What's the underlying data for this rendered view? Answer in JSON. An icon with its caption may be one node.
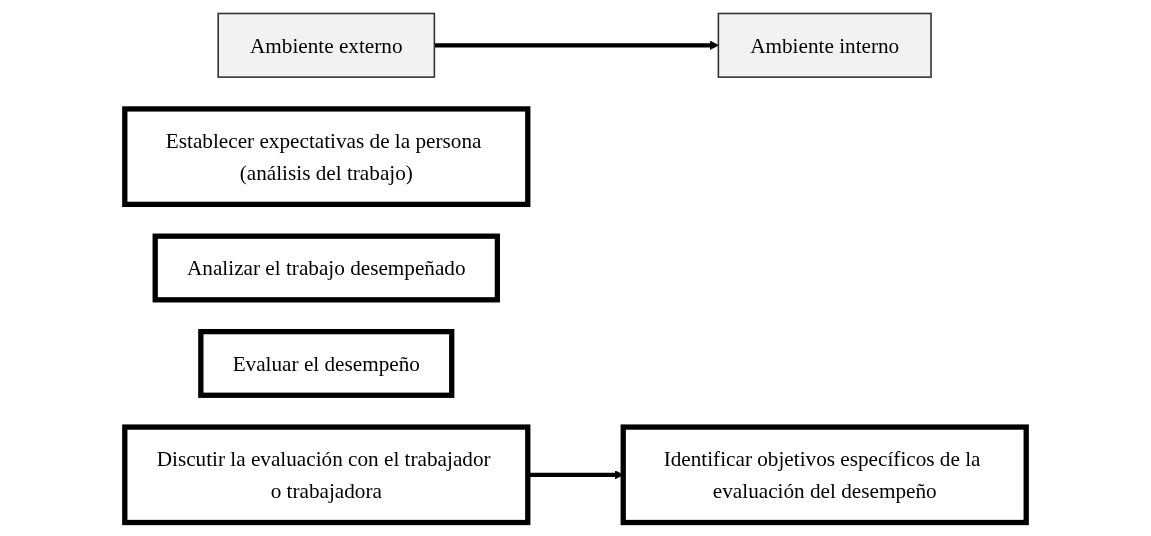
{
  "diagram": {
    "nodes": [
      {
        "text": [
          "Identificar objetivos específicos de la evaluación del desempeño"
        ]
      },
      {
        "text": [
          "Ambiente externo"
        ]
      },
      {
        "text": [
          "Establecer expectativas de la persona (análisis del trabajo)"
        ]
      },
      {
        "text": [
          "Analizar el trabajo desempeñado"
        ]
      },
      {
        "text": [
          "Ambiente interno"
        ]
      },
      {
        "text": [
          "Evaluar el desempeño"
        ]
      },
      {
        "text": [
          "Discutir la evaluación con el trabajador o trabajadora"
        ]
      }
    ],
    "edges": [
      {
        "from": 1,
        "to": 4,
        "arrow": "to"
      },
      {
        "from": 6,
        "to": 0,
        "arrow": "to"
      }
    ]
  }
}
